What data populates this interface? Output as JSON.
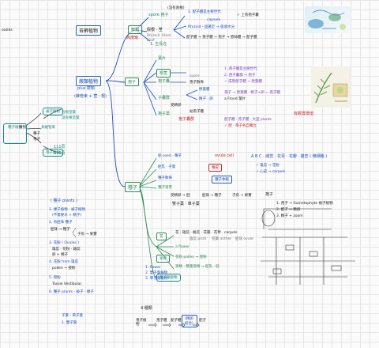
{
  "edge_label": "ootids",
  "central": {
    "nodes": [
      "被子植物",
      "孢子植物",
      "植物",
      "種子植物"
    ],
    "labels_small": [
      "有根莖葉",
      "沒有根莖葉",
      "具維管束",
      "種子",
      "孢子"
    ],
    "count": [
      "111頁",
      "110頁"
    ]
  },
  "branch1": {
    "title": "苔蘚植物",
    "sub": "蘚類",
    "stem": "莖與根",
    "items": [
      "spore 孢子",
      "(沒有真根)",
      "假根 · 莖",
      "Rhizoid",
      "Stem",
      "Leaf",
      "1. 生長在"
    ],
    "notes": [
      "1. 配子體是主要世代",
      "✓ 上有孢子囊",
      "capsule",
      "Rhizoid - 固著於 → 吸收水分",
      "配子體 → 孢子體 → 孢子 → 原絲體 → 配子體"
    ],
    "red": "高度矮"
  },
  "branch2": {
    "title": "蕨類植物",
    "sub": "plus 蕨類",
    "sub2": "(維管束 + 莖 · 根)",
    "node": "孢子",
    "items": [
      "葉片",
      "根莖",
      "孢子囊",
      "子囊群",
      "孢子葉",
      "spore",
      "孢子散佈",
      "原葉體",
      "精子 · 卵",
      "受精卵",
      "幼孢子體"
    ],
    "notes": [
      "1. 孢子體是主要世代",
      "2. 孢子囊群 → 孢子",
      "✓ 成熟配子體 → 原葉體",
      "孢子 → 原葉體 · 精子+卵 = 孢子體",
      "a Frond 葉片",
      "配子體 · 孢子體 · 大型 plants",
      "孢子囊群",
      "✓ 配 · 孢子各自獨立"
    ],
    "red_label": "有觀賞價值"
  },
  "branch3": {
    "title": "種子",
    "seed_parts": [
      "胚 seed · 種子",
      "胚乳 · 子葉",
      "種皮",
      "種子散佈",
      "種子休眠",
      "種子發芽"
    ],
    "seed_note": "ovule cell",
    "seed_items": [
      "受精卵 → 胚",
      "胚珠 → 種子",
      "子房 → 果實"
    ],
    "abc": "A B C · 雌蕊 · 花萼 · 花瓣 · 雄蕊 ( 精細胞 )",
    "abc_items": [
      "✓ 雄蕊 → 花粉",
      "✓ 心皮 → carpels"
    ],
    "eq": "雙子葉 · 單子葉",
    "flower": [
      "花 : 雄蕊 · 雌蕊 · 花瓣 · 花萼 · carpels",
      "雄蕊 pistil",
      "花藥 anther",
      "胚珠 ovule",
      "a flower",
      "花粉 pollen → 授粉",
      "受精 : 雙重受精 → 胚乳 · 胚"
    ],
    "flower_box": "雙子葉植物",
    "nodes_left": [
      "花",
      "果實",
      "種子"
    ],
    "left_notes": [
      "1. flower",
      "2. 雙子葉植物",
      "3. 單子葉植物"
    ]
  },
  "left_list": {
    "title": "( 種子 plants )",
    "items": [
      "1. 裸子植物 · 被子植物",
      "(不需要水 + 精子)",
      "2. 有胚珠 種子",
      "胚珠 → 種子",
      "子房 → 果實",
      "3. 花粉 ( Ovules )",
      "雄蕊 · 花粉 · 雌蕊",
      "卵 + 精子",
      "4. 花粉 from 雄蕊",
      "pollen → 授粉",
      "5. 授粉",
      "Tassel  Vestibular",
      "6. 種子 plants - 被子 · 裸子"
    ]
  },
  "bottom": {
    "title": "4 種類",
    "items": [
      "子葉 - 單子葉",
      "1. 雙子葉"
    ],
    "flow": [
      "孢子植物",
      "孢子體",
      "配子體",
      "(精卵結合)",
      "配子"
    ]
  },
  "right_diagram": {
    "title": "孢子",
    "lines": [
      "孢子",
      "1. 孢子 → Gametophyte 被子植物",
      "2. 配子 → 精卵",
      "3. 精子 + zoom"
    ]
  }
}
